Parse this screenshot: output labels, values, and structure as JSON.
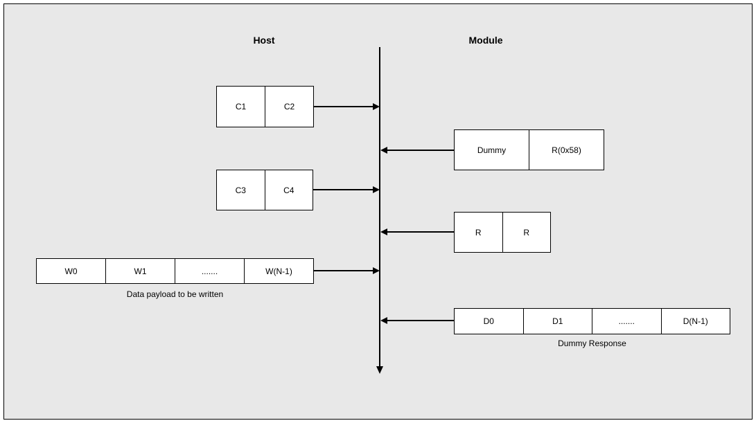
{
  "diagram": {
    "host_title": "Host",
    "module_title": "Module",
    "colors": {
      "background": "#e8e8e8",
      "box_fill": "#ffffff",
      "stroke": "#000000"
    },
    "rows": [
      {
        "side": "host",
        "cells": [
          "C1",
          "C2"
        ]
      },
      {
        "side": "module",
        "cells": [
          "Dummy",
          "R(0x58)"
        ]
      },
      {
        "side": "host",
        "cells": [
          "C3",
          "C4"
        ]
      },
      {
        "side": "module",
        "cells": [
          "R",
          "R"
        ]
      },
      {
        "side": "host",
        "cells": [
          "W0",
          "W1",
          ".......",
          "W(N-1)"
        ],
        "caption": "Data payload to be written"
      },
      {
        "side": "module",
        "cells": [
          "D0",
          "D1",
          ".......",
          "D(N-1)"
        ],
        "caption": "Dummy Response"
      }
    ]
  }
}
